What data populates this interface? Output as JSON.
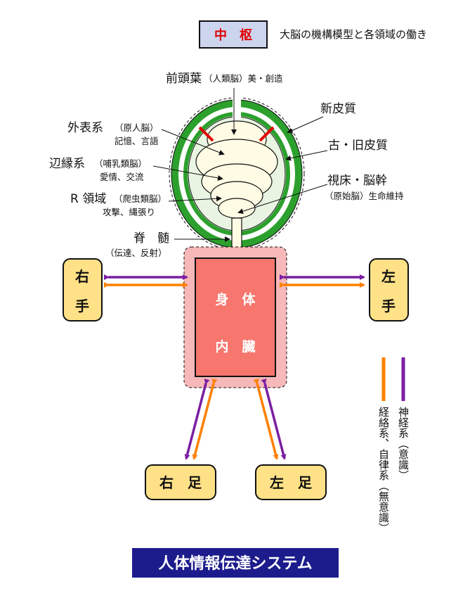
{
  "header": {
    "box_label": "中　枢",
    "caption": "大脳の機構模型と各領域の働き"
  },
  "brain": {
    "frontal_title": "前頭葉",
    "frontal_sub": "（人類脳）美・創造",
    "neocortex": "新皮質",
    "paleocortex": "古・旧皮質",
    "outer_title": "外表系",
    "outer_sub1": "（原人脳）",
    "outer_sub2": "記憶、言語",
    "limbic_title": "辺縁系",
    "limbic_sub1": "（哺乳類脳）",
    "limbic_sub2": "愛情、交流",
    "r_title": "R 領域",
    "r_sub1": "（爬虫類脳）",
    "r_sub2": "攻撃、縄張り",
    "thalamus_title": "視床・脳幹",
    "thalamus_sub": "（原始脳）生命維持",
    "spine_title": "脊　髄",
    "spine_sub": "（伝達、反射）"
  },
  "body": {
    "line1": "身　体",
    "line2": "内　臓"
  },
  "limbs": {
    "right_hand_1": "右",
    "right_hand_2": "手",
    "left_hand_1": "左",
    "left_hand_2": "手",
    "right_foot": "右　足",
    "left_foot": "左　足"
  },
  "legend": {
    "nerve": "神経系（意識）",
    "meridian": "経絡系、自律系（無意識）",
    "nerve_color": "#7b1fa2",
    "meridian_color": "#ff8000"
  },
  "footer": {
    "title": "人体情報伝達システム"
  },
  "colors": {
    "header_box": "#cdd4ee",
    "limb_fill": "#ffe187",
    "body_outer": "#f6b8b8",
    "body_inner": "#f7766e",
    "cortex_green": "#2ca02c",
    "brain_fill": "#fffbe4",
    "footer_bg": "#1c1c8c"
  }
}
